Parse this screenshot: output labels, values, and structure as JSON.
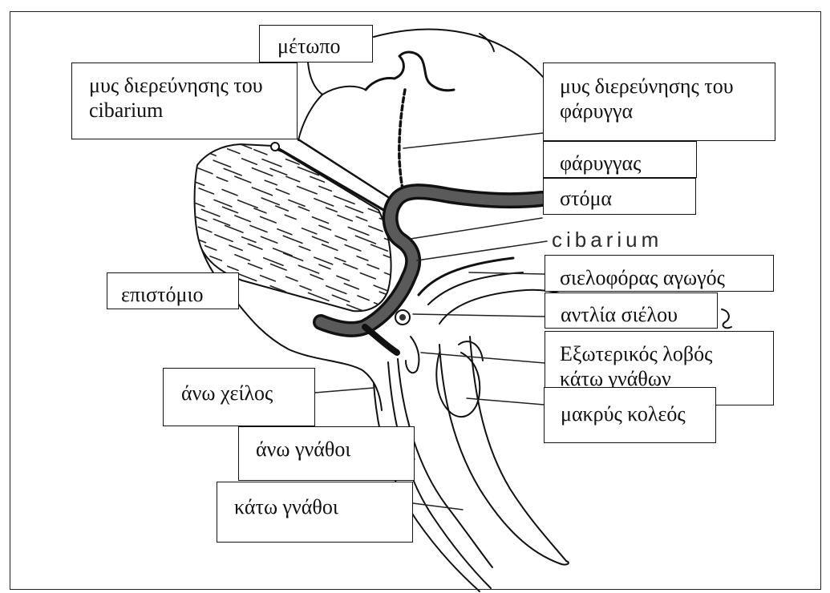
{
  "labels": {
    "frons": "μέτωπο",
    "cibarial_dilator": {
      "line1": "μυς διερεύνησης του",
      "line2": "cibarium"
    },
    "pharyngeal_dilator": {
      "line1": "μυς διερεύνησης του",
      "line2": "φάρυγγα"
    },
    "pharynx": "φάρυγγας",
    "mouth": "στόμα",
    "cibarium": "cibarium",
    "salivary_duct": "σιελοφόρας αγωγός",
    "clypeus": "επιστόμιο",
    "salivary_pump": "αντλία σιέλου",
    "galea": {
      "line1": "Εξωτερικός λοβός",
      "line2": "κάτω γνάθων"
    },
    "labrum": "άνω χείλος",
    "labium": "μακρύς κολεός",
    "mandibles": "άνω γνάθοι",
    "maxillae": "κάτω γνάθοι"
  }
}
